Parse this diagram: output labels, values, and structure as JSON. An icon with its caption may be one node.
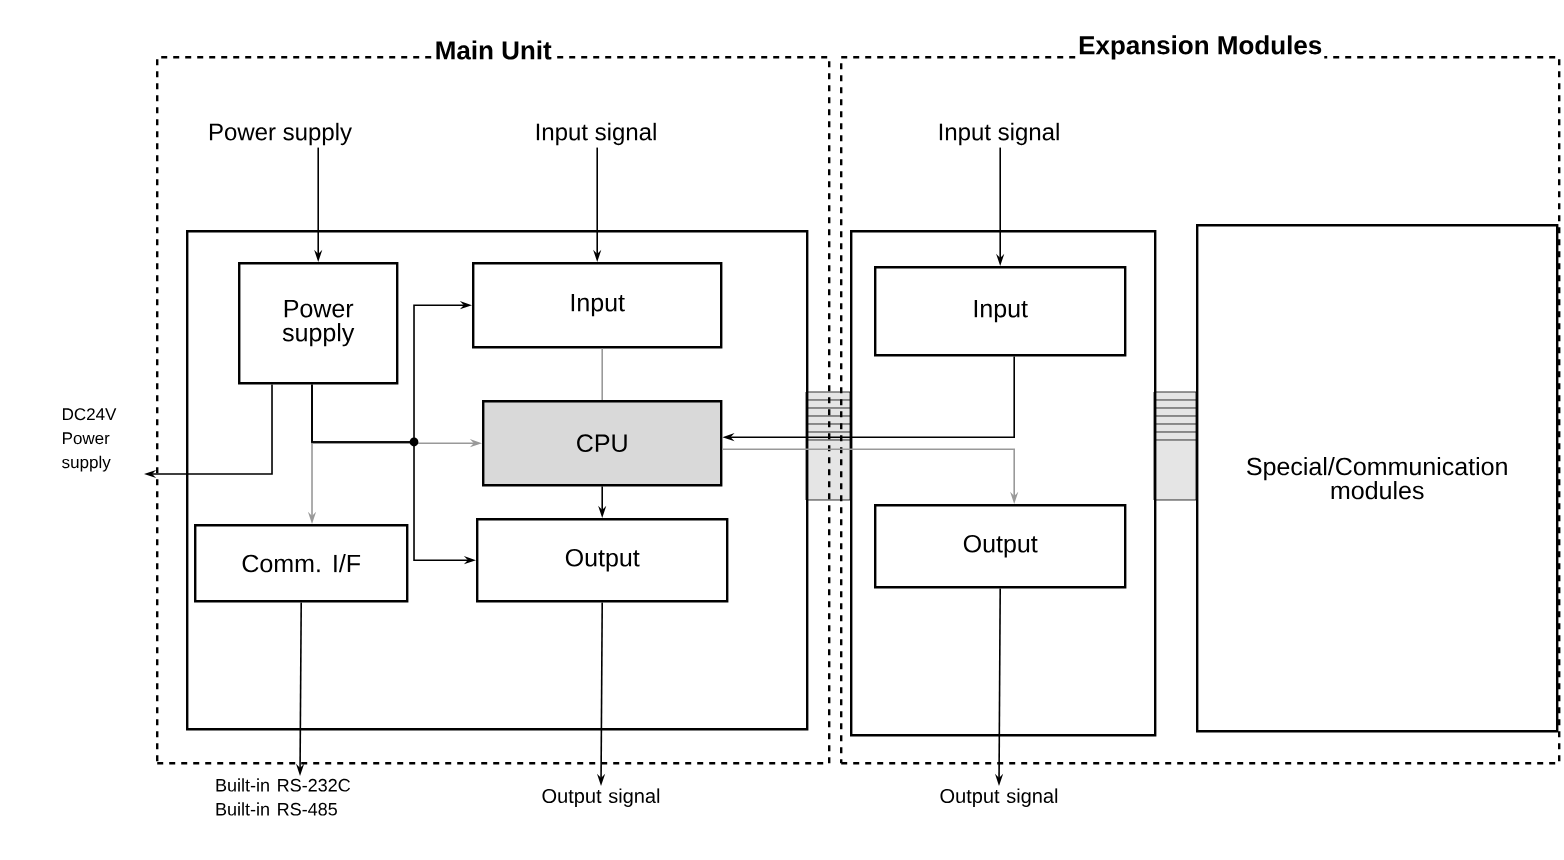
{
  "diagram": {
    "nodes": [
      {
        "text": [
          "Main Unit"
        ]
      },
      {
        "text": [],
        "shape": "box",
        "in": 0
      },
      {
        "text": [
          "Power supply"
        ],
        "in": 0
      },
      {
        "text": [
          "Input signal"
        ],
        "in": 0
      },
      {
        "text": [
          "Power supply"
        ],
        "in": 1
      },
      {
        "text": [
          "Input"
        ],
        "in": 1
      },
      {
        "text": [
          "CPU"
        ],
        "in": 1
      },
      {
        "text": [
          "Comm. I/F"
        ],
        "in": 1
      },
      {
        "text": [
          "Output"
        ],
        "in": 1
      },
      {
        "text": [
          "DC24V Power supply"
        ]
      },
      {
        "text": [
          "Built-in RS-232C Built-in RS-485"
        ]
      },
      {
        "text": [
          "Output signal"
        ]
      },
      {
        "text": [
          "Expansion Modules"
        ]
      },
      {
        "text": [],
        "shape": "box",
        "in": 12
      },
      {
        "text": [
          "Input"
        ],
        "in": 13
      },
      {
        "text": [
          "Output"
        ],
        "in": 13
      },
      {
        "text": [
          "Special/Communication modules"
        ],
        "in": 12
      },
      {
        "text": [
          "Input signal"
        ],
        "in": 12
      },
      {
        "text": [
          "Output signal"
        ]
      }
    ],
    "edges": [
      {
        "from": 2,
        "to": 4,
        "arrow": "to"
      },
      {
        "from": 3,
        "to": 5,
        "arrow": "to"
      },
      {
        "from": 4,
        "to": 9,
        "arrow": "to"
      },
      {
        "from": 4,
        "to": 6,
        "arrow": "to",
        "color": "#999999"
      },
      {
        "from": 4,
        "to": 7,
        "arrow": "to",
        "color": "#999999"
      },
      {
        "from": 4,
        "to": 5,
        "arrow": "to"
      },
      {
        "from": 4,
        "to": 8,
        "arrow": "to"
      },
      {
        "from": 5,
        "to": 6,
        "arrow": "none",
        "color": "#999999"
      },
      {
        "from": 6,
        "to": 8,
        "arrow": "to"
      },
      {
        "from": 7,
        "to": 10,
        "arrow": "to"
      },
      {
        "from": 8,
        "to": 11,
        "arrow": "to"
      },
      {
        "from": 17,
        "to": 14,
        "arrow": "to"
      },
      {
        "from": 14,
        "to": 6,
        "arrow": "to"
      },
      {
        "from": 6,
        "to": 15,
        "arrow": "to",
        "color": "#999999"
      },
      {
        "from": 15,
        "to": 18,
        "arrow": "to"
      }
    ]
  }
}
